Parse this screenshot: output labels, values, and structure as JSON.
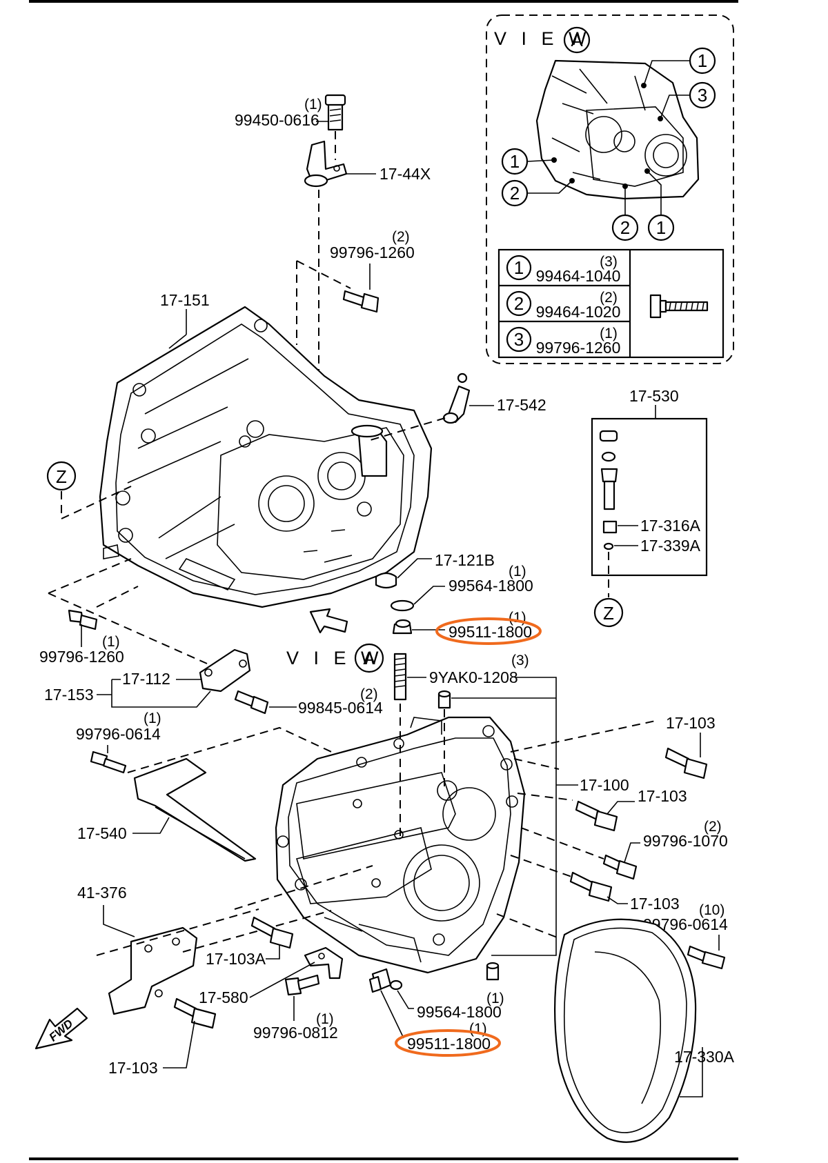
{
  "view_title": "V I E W",
  "view_marker": "A",
  "z_marker": "Z",
  "inset_callouts": [
    "1",
    "3",
    "1",
    "2",
    "2",
    "1"
  ],
  "legend": [
    {
      "num": "1",
      "part": "99464-1040",
      "qty": "(3)"
    },
    {
      "num": "2",
      "part": "99464-1020",
      "qty": "(2)"
    },
    {
      "num": "3",
      "part": "99796-1260",
      "qty": "(1)"
    }
  ],
  "labels": {
    "p99450_0616": "99450-0616",
    "q99450_0616": "(1)",
    "p17_44x": "17-44X",
    "p99796_1260_top": "99796-1260",
    "q99796_1260_top": "(2)",
    "p17_151": "17-151",
    "p17_542": "17-542",
    "p17_530": "17-530",
    "p17_316a": "17-316A",
    "p17_339a": "17-339A",
    "p17_121b": "17-121B",
    "p99564_1800_top": "99564-1800",
    "q99564_1800_top": "(1)",
    "p99511_1800_top": "99511-1800",
    "q99511_1800_top": "(1)",
    "p99796_1260_left": "99796-1260",
    "q99796_1260_left": "(1)",
    "p9yak0_1208": "9YAK0-1208",
    "q9yak0_1208": "(3)",
    "p17_112": "17-112",
    "p17_153": "17-153",
    "p99845_0614": "99845-0614",
    "q99845_0614": "(2)",
    "p99796_0614_left": "99796-0614",
    "q99796_0614_left": "(1)",
    "p17_103_a": "17-103",
    "p17_100": "17-100",
    "p17_103_b": "17-103",
    "p99796_1070": "99796-1070",
    "q99796_1070": "(2)",
    "p17_540": "17-540",
    "p17_103_c": "17-103",
    "p99796_0614_right": "99796-0614",
    "q99796_0614_right": "(10)",
    "p41_376": "41-376",
    "p17_103a": "17-103A",
    "p17_580": "17-580",
    "p99796_0812": "99796-0812",
    "q99796_0812": "(1)",
    "p99564_1800_bot": "99564-1800",
    "q99564_1800_bot": "(1)",
    "p99511_1800_bot": "99511-1800",
    "q99511_1800_bot": "(1)",
    "p17_103_d": "17-103",
    "p17_330a": "17-330A",
    "fwd": "FWD"
  },
  "colors": {
    "highlight": "#f06a1d",
    "line": "#000000",
    "background": "#ffffff"
  }
}
